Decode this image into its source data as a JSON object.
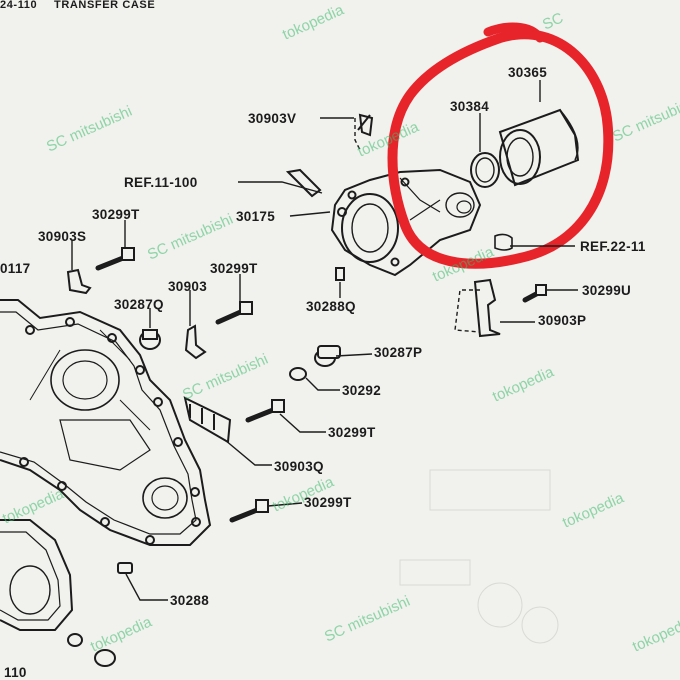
{
  "header": {
    "code": "24-110",
    "title": "TRANSFER CASE"
  },
  "labels": {
    "p30365": "30365",
    "p30384": "30384",
    "p30903V": "30903V",
    "ref11": "REF.11-100",
    "p30175": "30175",
    "ref22": "REF.22-11",
    "p30299T_a": "30299T",
    "p30903S": "30903S",
    "p0117": "0117",
    "p30299T_b": "30299T",
    "p30903": "30903",
    "p30287Q": "30287Q",
    "p30288Q": "30288Q",
    "p30299U": "30299U",
    "p30903P": "30903P",
    "p30287P": "30287P",
    "p30292": "30292",
    "p30299T_c": "30299T",
    "p30903Q": "30903Q",
    "p30299T_d": "30299T",
    "p30288": "30288",
    "p110": "110"
  },
  "watermarks": {
    "w1": "tokopedia",
    "w2": "SC mitsubishi",
    "w3": "tokopedia",
    "w4": "SC mitsubishi",
    "w5": "tokopedia",
    "w6": "SC mitsubishi",
    "w7": "tokopedia",
    "w8": "SC mitsubishi",
    "w9": "tokopedia",
    "w10": "tokopedia",
    "w11": "SC mitsubishi",
    "w12": "tokopedia",
    "w13": "tokopedia",
    "w14": "tokopedia",
    "w15": "SC"
  },
  "colors": {
    "ink": "#1c1c1c",
    "paper": "#f1f1ed",
    "highlight": "#e8242b",
    "watermark": "#3abe6e"
  }
}
